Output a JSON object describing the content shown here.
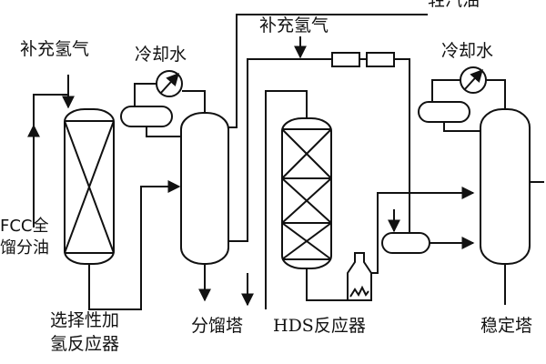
{
  "labels": {
    "top_right_product": "轻汽油",
    "makeup_h2_left": "补充氢气",
    "cooling_water_left": "冷却水",
    "makeup_h2_center": "补充氢气",
    "cooling_water_right": "冷却水",
    "feed_line1": "FCC全",
    "feed_line2": "馏分油",
    "reactor1_line1": "选择性加",
    "reactor1_line2": "氢反应器",
    "fractionator": "分馏塔",
    "hds_reactor": "HDS反应器",
    "stabilizer": "稳定塔"
  },
  "icons": {
    "cooler": "cooler-icon",
    "heater": "furnace-icon"
  }
}
